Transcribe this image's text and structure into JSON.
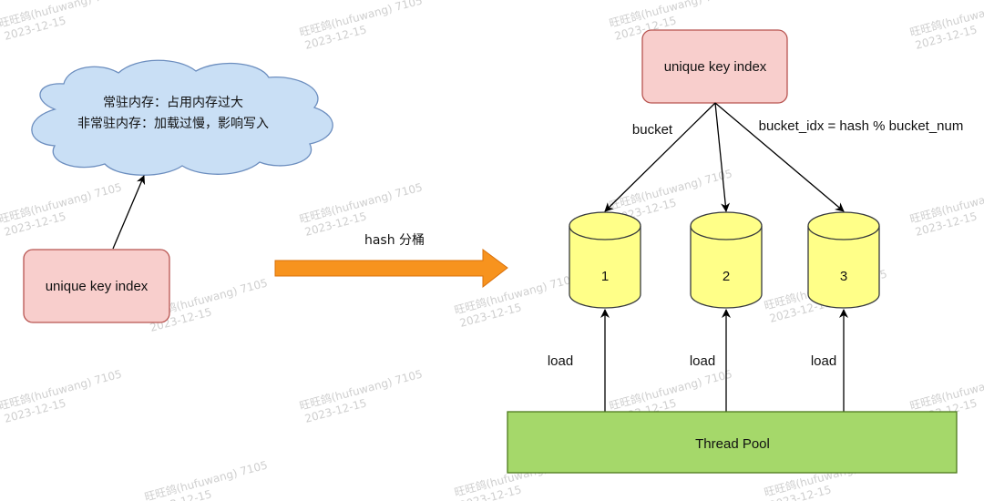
{
  "left": {
    "index_box": {
      "label": "unique key index",
      "fill": "#f8cecc",
      "stroke": "#b85450"
    },
    "cloud": {
      "line1": "常驻内存：占用内存过大",
      "line2": "非常驻内存：加载过慢，影响写入",
      "fill": "#c9dff5",
      "stroke": "#6c8ebf"
    }
  },
  "transform_arrow": {
    "label": "hash 分桶",
    "fill": "#f7931e",
    "stroke": "#d9700a"
  },
  "right": {
    "index_box": {
      "label": "unique key index",
      "fill": "#f8cecc",
      "stroke": "#b85450"
    },
    "bucket_label": "bucket",
    "formula": "bucket_idx = hash % bucket_num",
    "buckets": [
      {
        "label": "1"
      },
      {
        "label": "2"
      },
      {
        "label": "3"
      }
    ],
    "bucket_fill": "#ffff88",
    "bucket_stroke": "#36393d",
    "load_labels": [
      "load",
      "load",
      "load"
    ],
    "thread_pool": {
      "label": "Thread Pool",
      "fill": "#a5d86a",
      "stroke": "#4d7a1e"
    }
  },
  "watermark": {
    "line1": "旺旺鸽(hufuwang) 7105",
    "line2": "2023-12-15"
  }
}
